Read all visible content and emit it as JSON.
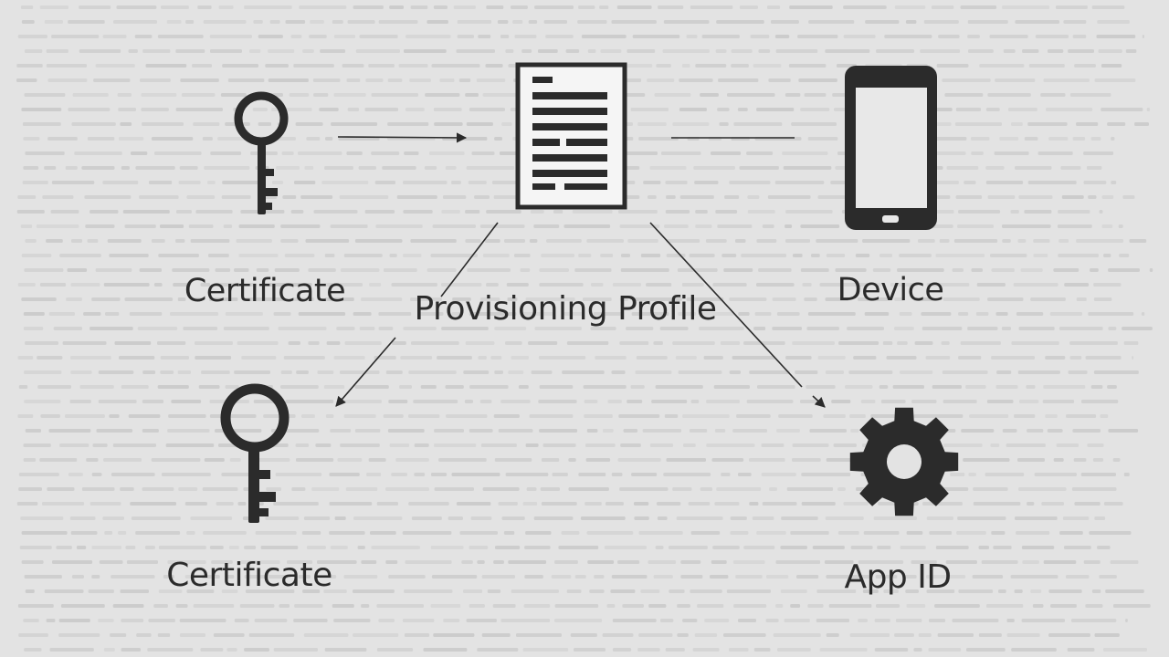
{
  "nodes": {
    "certificate_top": {
      "label": "Certificate",
      "icon": "key-icon"
    },
    "provisioning_profile": {
      "label": "Provisioning Profile",
      "icon": "document-icon"
    },
    "device": {
      "label": "Device",
      "icon": "smartphone-icon"
    },
    "certificate_bottom": {
      "label": "Certificate",
      "icon": "key-icon"
    },
    "app_id": {
      "label": "App ID",
      "icon": "gear-icon"
    }
  },
  "edges": [
    {
      "from": "certificate_top",
      "to": "provisioning_profile",
      "arrow": true
    },
    {
      "from": "device",
      "to": "provisioning_profile",
      "arrow": false
    },
    {
      "from": "provisioning_profile",
      "to": "certificate_bottom",
      "arrow": true
    },
    {
      "from": "provisioning_profile",
      "to": "app_id",
      "arrow": true
    }
  ],
  "colors": {
    "background": "#e3e3e3",
    "ink": "#2b2b2b",
    "faint_text": "#c4c4c4"
  }
}
